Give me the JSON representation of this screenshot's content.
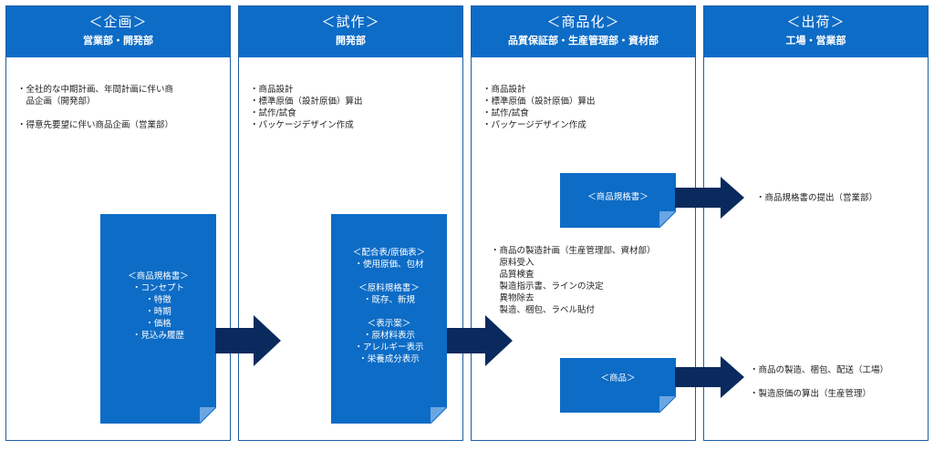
{
  "columns": [
    {
      "title": "＜企画＞",
      "subtitle": "営業部・開発部",
      "bullets": "・全社的な中期計画、年間計画に伴い商\n　品企画（開発部）\n\n・得意先要望に伴い商品企画（営業部）"
    },
    {
      "title": "＜試作＞",
      "subtitle": "開発部",
      "bullets": "・商品設計\n・標準原価（設計原価）算出\n・試作/試食\n・パッケージデザイン作成"
    },
    {
      "title": "＜商品化＞",
      "subtitle": "品質保証部・生産管理部・資材部",
      "bullets": "・商品設計\n・標準原価（設計原価）算出\n・試作/試食\n・パッケージデザイン作成"
    },
    {
      "title": "＜出荷＞",
      "subtitle": "工場・営業部"
    }
  ],
  "docs": {
    "planning": "＜商品規格書＞\n・コンセプト\n・特徴\n・時期\n・価格\n・見込み履歴",
    "trial": "＜配合表/原価表＞\n・使用原価、包材\n\n＜原料規格書＞\n・既存、新規\n\n＜表示案＞\n・原材料表示\n・アレルギー表示\n・栄養成分表示",
    "spec": "＜商品規格書＞",
    "product": "＜商品＞"
  },
  "commercialization_process": "・商品の製造計画（生産管理部、資材部）\n　原料受入\n　品質検査\n　製造指示書、ラインの決定\n　異物除去\n　製造、梱包、ラベル貼付",
  "shipping": {
    "spec_submit": "・商品規格書の提出（営業部）",
    "manufacture": "・商品の製造、梱包、配送（工場）\n\n・製造原価の算出（生産管理）"
  },
  "colors": {
    "header": "#0d6cc6",
    "arrow": "#0a2a5e",
    "border": "#1d5ea8"
  }
}
